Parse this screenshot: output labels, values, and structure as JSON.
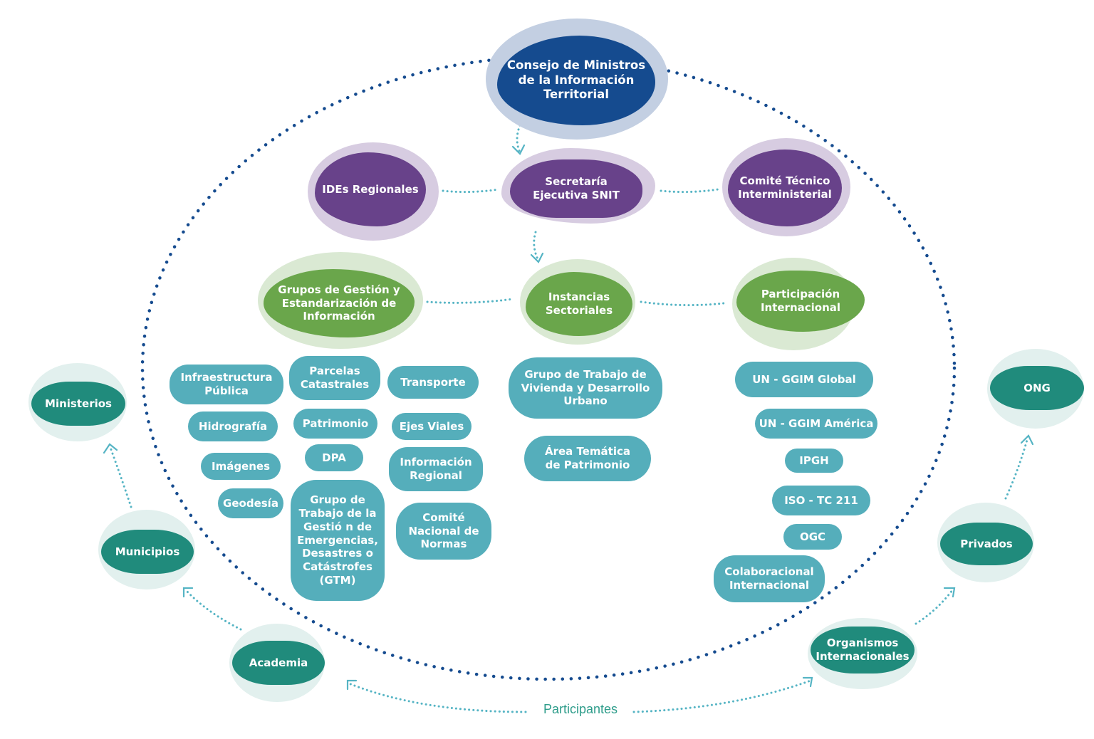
{
  "colors": {
    "ring_dots": "#154b8f",
    "connector": "#55b4c4",
    "blue_core": "#154b8f",
    "purple_core": "#68428a",
    "green_core": "#6aa64b",
    "teal_box": "#55aebb",
    "participant_core": "#208b7c",
    "participantes_label": "#2f9d8b"
  },
  "top": {
    "consejo": "Consejo de Ministros\nde la Información\nTerritorial"
  },
  "tier2": {
    "ides": "IDEs Regionales",
    "secretaria": "Secretaría\nEjecutiva SNIT",
    "comite_tecnico": "Comité Técnico\nInterministerial"
  },
  "tier3": {
    "grupos_gestion": "Grupos de Gestión y\nEstandarización de\nInformación",
    "instancias": "Instancias\nSectoriales",
    "participacion": "Participación\nInternacional"
  },
  "grupos_items": [
    "Infraestructura\nPública",
    "Parcelas\nCatastrales",
    "Transporte",
    "Hidrografía",
    "Patrimonio",
    "Ejes Viales",
    "Imágenes",
    "DPA",
    "Información\nRegional",
    "Geodesía",
    "Grupo de\nTrabajo de la\nGestió  n de\nEmergencias,\nDesastres o\nCatástrofes\n(GTM)",
    "Comité\nNacional de\nNormas"
  ],
  "instancias_items": [
    "Grupo de Trabajo de\nVivienda y Desarrollo\nUrbano",
    "Área Temática\nde Patrimonio"
  ],
  "internacional_items": [
    "UN - GGIM Global",
    "UN - GGIM América",
    "IPGH",
    "ISO - TC 211",
    "OGC",
    "Colaboracional\nInternacional"
  ],
  "participants": {
    "ministerios": "Ministerios",
    "municipios": "Municipios",
    "academia": "Academia",
    "organismos": "Organismos\nInternacionales",
    "privados": "Privados",
    "ong": "ONG"
  },
  "participantes_label": "Participantes"
}
